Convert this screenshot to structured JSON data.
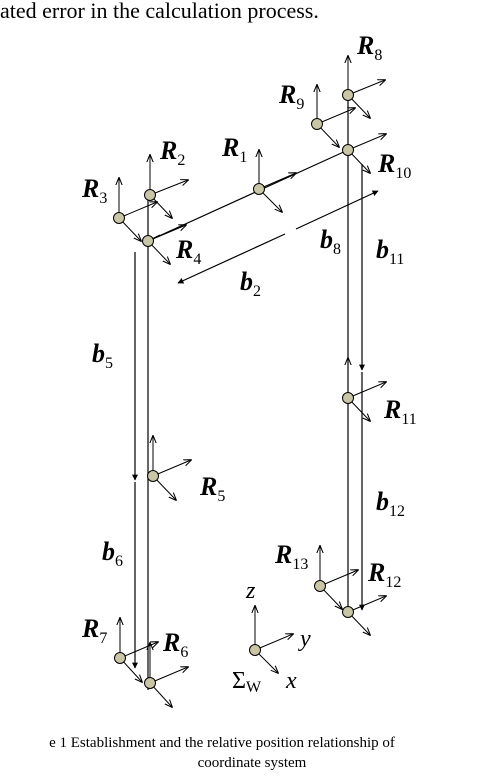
{
  "header_text": "ated error in the calculation process.",
  "caption": {
    "line1": "e 1 Establishment and the relative position relationship of",
    "line2": "coordinate system"
  },
  "frame_labels": {
    "R1": {
      "main": "R",
      "sub": "1"
    },
    "R2": {
      "main": "R",
      "sub": "2"
    },
    "R3": {
      "main": "R",
      "sub": "3"
    },
    "R4": {
      "main": "R",
      "sub": "4"
    },
    "R5": {
      "main": "R",
      "sub": "5"
    },
    "R6": {
      "main": "R",
      "sub": "6"
    },
    "R7": {
      "main": "R",
      "sub": "7"
    },
    "R8": {
      "main": "R",
      "sub": "8"
    },
    "R9": {
      "main": "R",
      "sub": "9"
    },
    "R10": {
      "main": "R",
      "sub": "10"
    },
    "R11": {
      "main": "R",
      "sub": "11"
    },
    "R12": {
      "main": "R",
      "sub": "12"
    },
    "R13": {
      "main": "R",
      "sub": "13"
    }
  },
  "vector_labels": {
    "b2": {
      "main": "b",
      "sub": "2"
    },
    "b5": {
      "main": "b",
      "sub": "5"
    },
    "b6": {
      "main": "b",
      "sub": "6"
    },
    "b8": {
      "main": "b",
      "sub": "8"
    },
    "b11": {
      "main": "b",
      "sub": "11"
    },
    "b12": {
      "main": "b",
      "sub": "12"
    }
  },
  "world_frame": {
    "z": "z",
    "y": "y",
    "x": "x",
    "sigma": "Σ",
    "sigma_sub": "W"
  }
}
